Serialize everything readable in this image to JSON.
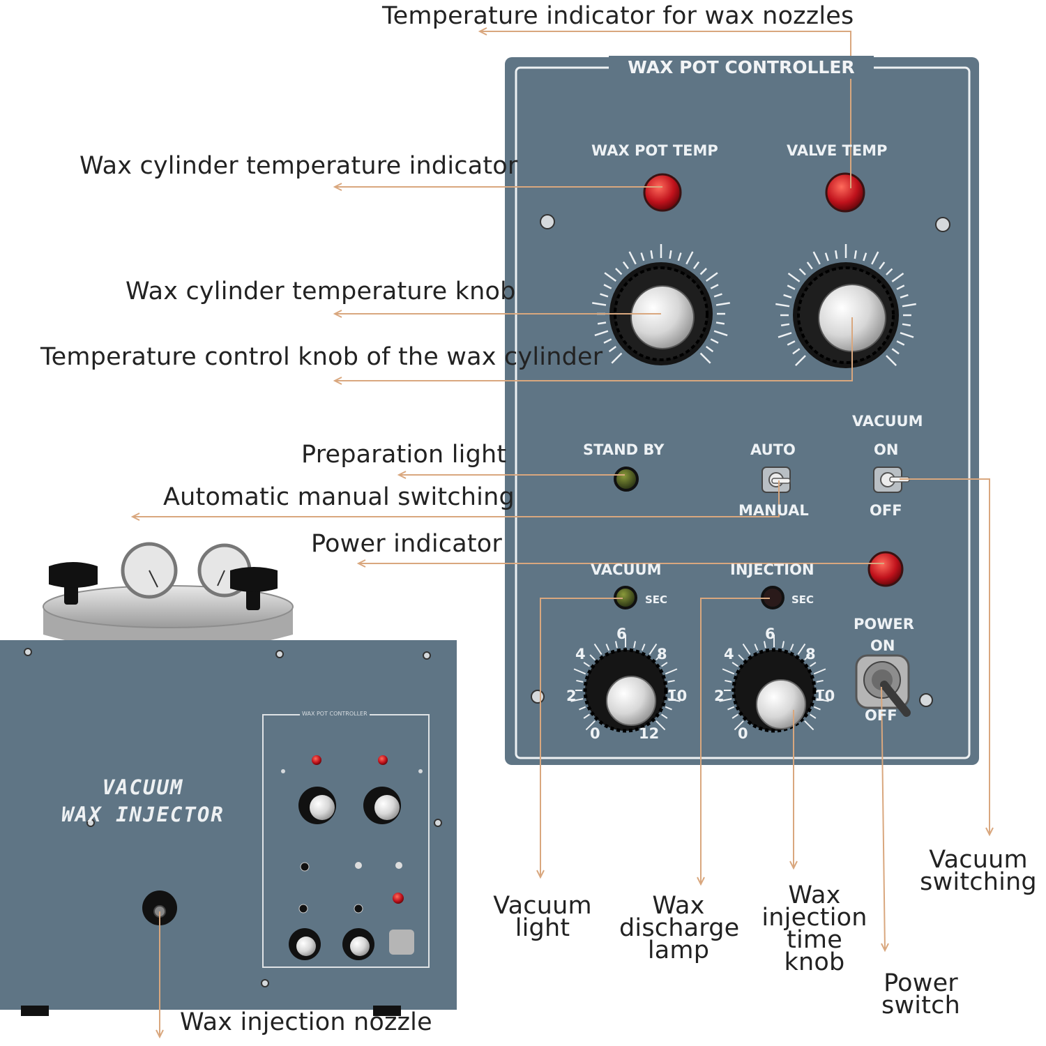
{
  "callouts": {
    "nozzle_temp_indicator": "Temperature indicator for wax nozzles",
    "cylinder_temp_indicator": "Wax cylinder temperature indicator",
    "cylinder_temp_knob": "Wax cylinder temperature knob",
    "control_knob": "Temperature control knob of the wax cylinder",
    "preparation_light": "Preparation light",
    "auto_manual": "Automatic manual switching",
    "power_indicator": "Power indicator",
    "vacuum_light": "Vacuum light",
    "wax_discharge_lamp": "Wax discharge lamp",
    "injection_time_knob": "Wax injection time knob",
    "power_switch": "Power switch",
    "vacuum_switching": "Vacuum switching",
    "injection_nozzle": "Wax injection nozzle"
  },
  "panel": {
    "title": "WAX POT CONTROLLER",
    "wax_pot_temp": "WAX POT TEMP",
    "valve_temp": "VALVE TEMP",
    "stand_by": "STAND BY",
    "auto": "AUTO",
    "manual": "MANUAL",
    "vacuum_header": "VACUUM",
    "vacuum_on": "ON",
    "vacuum_off": "OFF",
    "vacuum_timer": "VACUUM",
    "injection_timer": "INJECTION",
    "sec": "SEC",
    "power": "POWER",
    "power_on": "ON",
    "power_off": "OFF",
    "timer_scale": [
      "0",
      "2",
      "4",
      "6",
      "8",
      "10",
      "12"
    ]
  },
  "machine": {
    "name_line1": "VACUUM",
    "name_line2": "WAX INJECTOR",
    "mini_title": "WAX POT CONTROLLER"
  },
  "colors": {
    "panel": "#5f7585",
    "callout_line": "#d9a77e",
    "indicator_red": "#c0121c",
    "indicator_green": "#2d3a1a"
  }
}
